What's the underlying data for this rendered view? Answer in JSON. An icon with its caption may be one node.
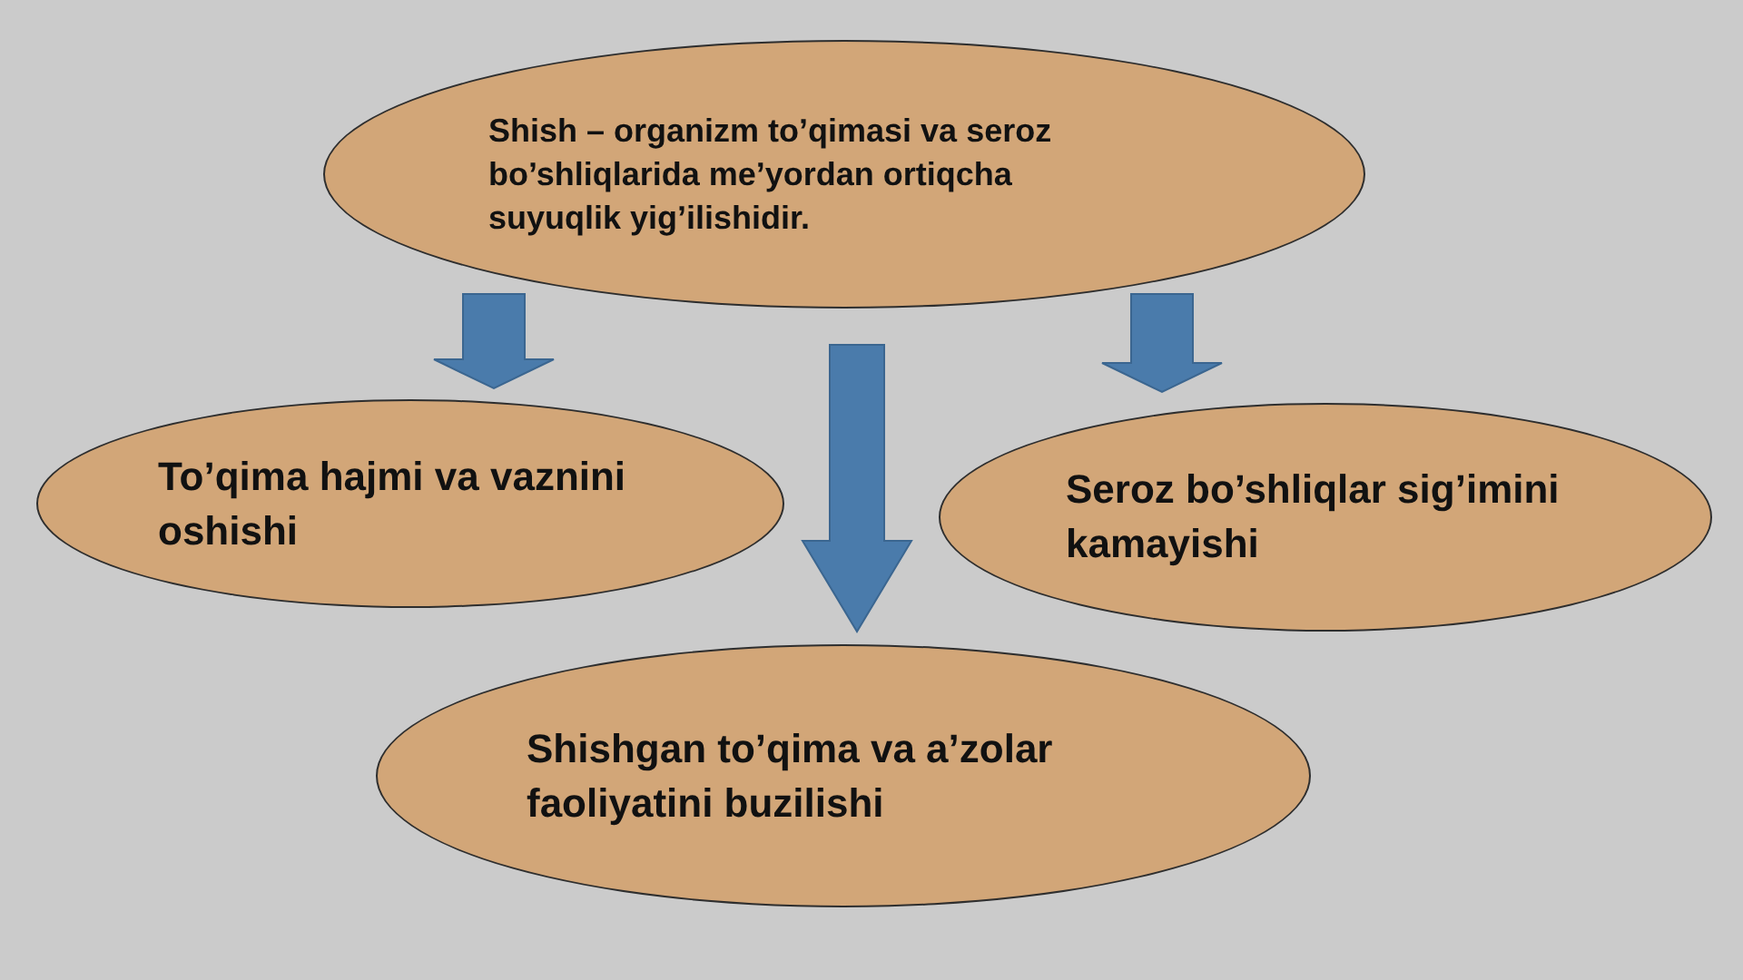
{
  "diagram": {
    "nodes": [
      {
        "text": [
          "Shish – organizm to’qimasi va seroz bo’shliqlarida me’yordan ortiqcha suyuqlik yig’ilishidir."
        ]
      },
      {
        "text": [
          "To’qima hajmi va vaznini oshishi"
        ]
      },
      {
        "text": [
          "Seroz bo’shliqlar sig’imini kamayishi"
        ]
      },
      {
        "text": [
          "Shishgan to’qima va a’zolar faoliyatini buzilishi"
        ]
      }
    ],
    "edges": [
      {
        "from": 0,
        "to": 1,
        "arrow": "to"
      },
      {
        "from": 0,
        "to": 3,
        "arrow": "to"
      },
      {
        "from": 0,
        "to": 2,
        "arrow": "to"
      }
    ]
  }
}
